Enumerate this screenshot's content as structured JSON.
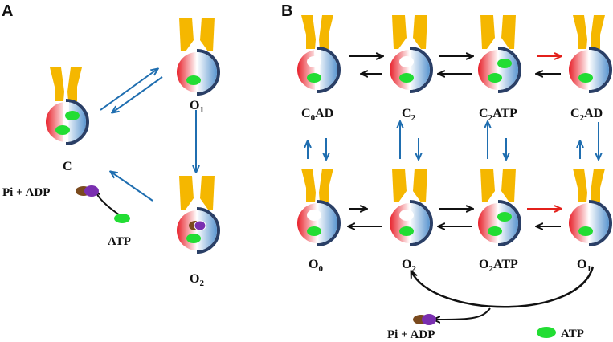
{
  "panels": {
    "a": {
      "label": "A"
    },
    "b": {
      "label": "B"
    }
  },
  "colors": {
    "blue_arrow": "#1f6eb0",
    "red_arrow": "#e3201b",
    "black_arrow": "#111111",
    "antenna": "#f5b700",
    "atp": "#22dd33",
    "red_half": "#e8202a",
    "blue_half": "#7eb6e6",
    "inner_ring": "#2a3f66",
    "adp_purple": "#7a2fb0",
    "pi_brown": "#7a4a1e"
  },
  "panel_a": {
    "state_c": {
      "main": "C"
    },
    "state_o1": {
      "main": "O",
      "sub": "1"
    },
    "state_o2": {
      "main": "O",
      "sub": "2"
    },
    "products": "Pi + ADP",
    "atp": "ATP"
  },
  "panel_b": {
    "c0ad": {
      "main": "C",
      "sub": "0",
      "tail": "AD"
    },
    "c2": {
      "main": "C",
      "sub": "2",
      "tail": ""
    },
    "c2atp": {
      "main": "C",
      "sub": "2",
      "tail": "ATP"
    },
    "c2ad": {
      "main": "C",
      "sub": "2",
      "tail": "AD"
    },
    "o0": {
      "main": "O",
      "sub": "0",
      "tail": ""
    },
    "o2": {
      "main": "O",
      "sub": "2",
      "tail": ""
    },
    "o2atp": {
      "main": "O",
      "sub": "2",
      "tail": "ATP"
    },
    "o1": {
      "main": "O",
      "sub": "1",
      "tail": ""
    },
    "products": "Pi + ADP",
    "atp_legend": "ATP"
  }
}
